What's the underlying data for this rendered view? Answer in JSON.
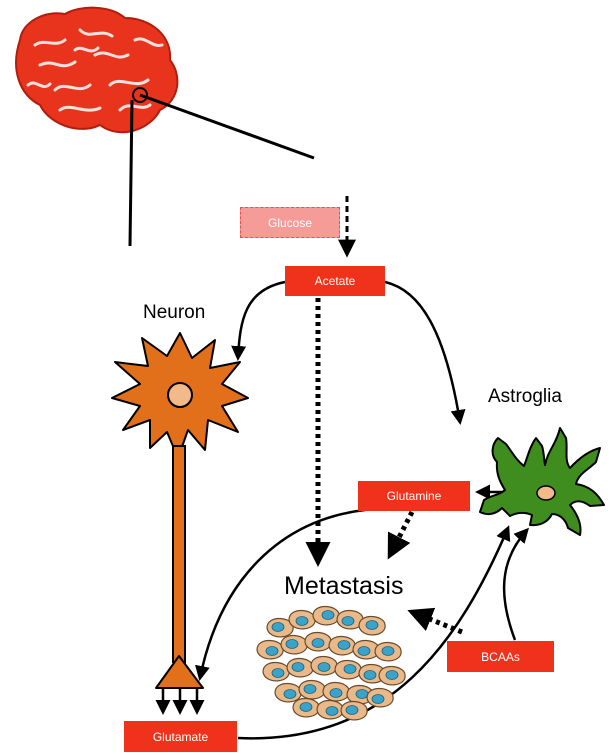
{
  "boxes": {
    "glucose": "Glucose",
    "acetate": "Acetate",
    "glutamine": "Glutamine",
    "glutamate": "Glutamate",
    "bcaas": "BCAAs"
  },
  "labels": {
    "neuron": "Neuron",
    "astroglia": "Astroglia",
    "metastasis": "Metastasis"
  },
  "colors": {
    "box_red": "#f0321c",
    "box_faded": "#f59b98",
    "brain_red": "#e8341c",
    "neuron_orange": "#e26f1a",
    "astroglia_green": "#3f8d1e",
    "nucleus_tan": "#f2b98a",
    "tumor_cell": "#e9b98a",
    "tumor_nucleus": "#3aa3c9"
  }
}
